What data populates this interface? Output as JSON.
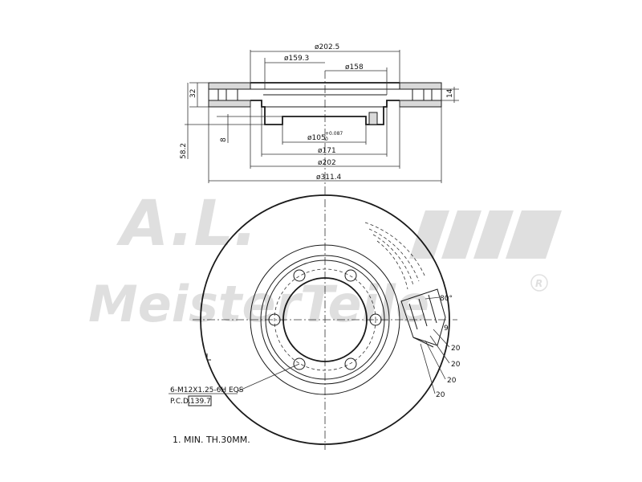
{
  "watermark": {
    "line1": "A.L.",
    "line2": "MeisterTeile",
    "registered_mark": "R"
  },
  "dimensions": {
    "d1": "ø202.5",
    "d2": "ø159.3",
    "d3": "ø158",
    "d4": "ø105",
    "d4_tol_upper": "+0.087",
    "d4_tol_lower": "0",
    "d5": "ø171",
    "d6": "ø202",
    "d7": "ø311.4",
    "h_32": "32",
    "h_14": "14",
    "h_8": "8",
    "h_58": "58.2"
  },
  "detail": {
    "angle": "80°",
    "nine": "9",
    "twenties": [
      "20",
      "20",
      "20",
      "20"
    ]
  },
  "annotations": {
    "bolt_spec": "6-M12X1.25-6H EQS",
    "pcd_label": "P.C.D.",
    "pcd_value": "139.7",
    "min_thickness": "1. MIN. TH.30MM."
  }
}
